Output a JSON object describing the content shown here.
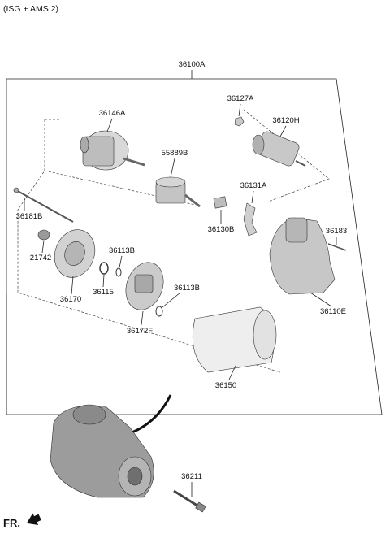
{
  "header": {
    "variant": "(ISG + AMS 2)"
  },
  "assembly_label": "36100A",
  "parts": {
    "p36146A": "36146A",
    "p36127A": "36127A",
    "p36120H": "36120H",
    "p55889B": "55889B",
    "p36131A": "36131A",
    "p36181B": "36181B",
    "p36130B": "36130B",
    "p36183": "36183",
    "p36113B_top": "36113B",
    "p21742": "21742",
    "p36113B_bot": "36113B",
    "p36115": "36115",
    "p36170": "36170",
    "p36110E": "36110E",
    "p36172F": "36172F",
    "p36150": "36150",
    "p36211": "36211"
  },
  "direction": {
    "label": "FR."
  }
}
